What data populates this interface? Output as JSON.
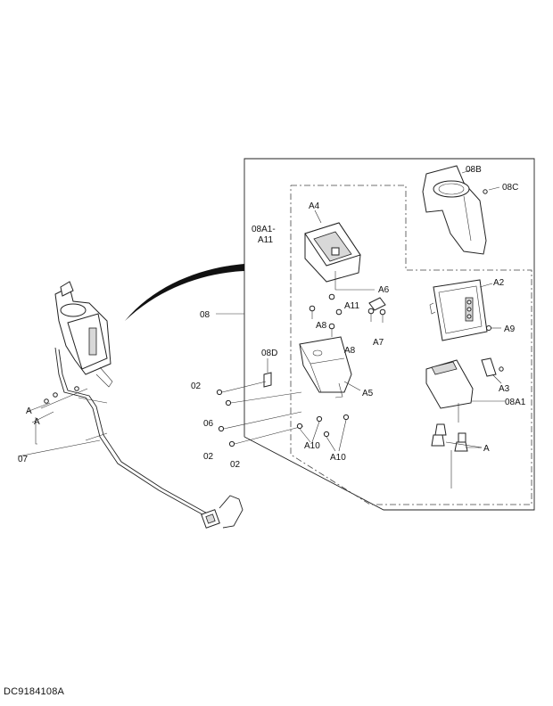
{
  "drawing_code": "DC9184108A",
  "labels": {
    "l_08": "08",
    "l_08A1_a": "08A1-",
    "l_08A1_b": "A11",
    "l_08B": "08B",
    "l_08C": "08C",
    "l_08D": "08D",
    "l_A4": "A4",
    "l_A6": "A6",
    "l_A11": "A11",
    "l_A8a": "A8",
    "l_A8b": "A8",
    "l_A7": "A7",
    "l_A5": "A5",
    "l_A2": "A2",
    "l_A9": "A9",
    "l_A3": "A3",
    "l_08A1": "08A1",
    "l_A_right": "A",
    "l_A10a": "A10",
    "l_A10b": "A10",
    "l_02a": "02",
    "l_06": "06",
    "l_02b": "02",
    "l_02c": "02",
    "l_A_left1": "A",
    "l_A_left2": "A",
    "l_07": "07"
  }
}
